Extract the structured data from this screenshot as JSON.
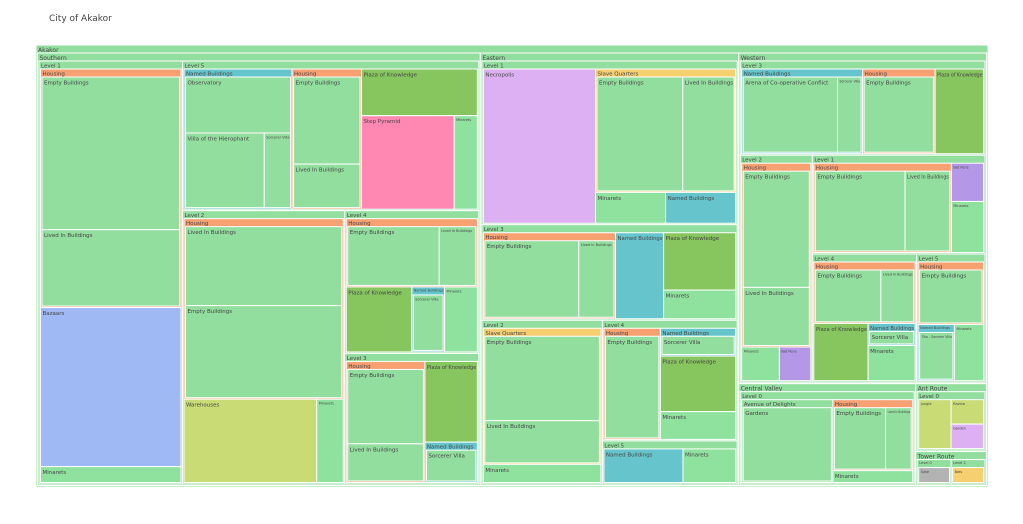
{
  "title": "City of Akakor",
  "colors": {
    "region": "#92de9e",
    "Housing": "#f7a071",
    "Named Buildings": "#66c5cc",
    "Plaza of Knowledge": "#87c55f",
    "Slave Quarters": "#f6cf71",
    "Minarets": "#8fe19e",
    "Warehouses": "#c9db74",
    "Bazaars": "#9eb9f3",
    "Step Pyramid": "#fe88b1",
    "Necropolis": "#dcb0f2",
    "Bat Pens": "#b497e7",
    "Jungle": "#c9db74",
    "Garden": "#dcb0f2",
    "Ravine": "#c9db74",
    "Gate": "#b3b3b3",
    "Bats": "#f6cf71"
  },
  "chart_data": {
    "type": "treemap",
    "title": "City of Akakor",
    "root": {
      "label": "Akakor",
      "children": [
        {
          "label": "Southern",
          "children": [
            {
              "label": "Level 1",
              "children": [
                {
                  "label": "Housing",
                  "children": [
                    {
                      "label": "Empty Buildings",
                      "value": 10
                    },
                    {
                      "label": "Lived In Buildings",
                      "value": 5
                    }
                  ]
                },
                {
                  "label": "Bazaars",
                  "value": 10
                },
                {
                  "label": "Minarets",
                  "value": 1
                }
              ]
            },
            {
              "label": "Level 5",
              "children": [
                {
                  "label": "Named Buildings",
                  "children": [
                    {
                      "label": "Observatory",
                      "value": 3
                    },
                    {
                      "label": "Villa of the Hierophant",
                      "value": 3
                    },
                    {
                      "label": "Sorcerer Villa",
                      "value": 1
                    }
                  ]
                },
                {
                  "label": "Housing",
                  "children": [
                    {
                      "label": "Empty Buildings",
                      "value": 3
                    },
                    {
                      "label": "Lived In Buildings",
                      "value": 1.5
                    }
                  ]
                },
                {
                  "label": "Plaza of Knowledge",
                  "value": 2.5
                },
                {
                  "label": "Step Pyramid",
                  "value": 4
                },
                {
                  "label": "Minarets",
                  "value": 1
                }
              ]
            },
            {
              "label": "Level 2",
              "children": [
                {
                  "label": "Housing",
                  "children": [
                    {
                      "label": "Lived In Buildings",
                      "value": 6
                    },
                    {
                      "label": "Empty Buildings",
                      "value": 7
                    }
                  ]
                },
                {
                  "label": "Warehouses",
                  "value": 5
                },
                {
                  "label": "Minarets",
                  "value": 1
                }
              ]
            },
            {
              "label": "Level 4",
              "children": [
                {
                  "label": "Housing",
                  "children": [
                    {
                      "label": "Empty Buildings",
                      "value": 3
                    },
                    {
                      "label": "Lived In Buildings",
                      "value": 1.2
                    }
                  ]
                },
                {
                  "label": "Plaza of Knowledge",
                  "value": 2
                },
                {
                  "label": "Named Buildings",
                  "children": [
                    {
                      "label": "Sorcerer Villa",
                      "value": 1
                    }
                  ]
                },
                {
                  "label": "Minarets",
                  "value": 1
                }
              ]
            },
            {
              "label": "Level 3",
              "children": [
                {
                  "label": "Housing",
                  "children": [
                    {
                      "label": "Empty Buildings",
                      "value": 3
                    },
                    {
                      "label": "Lived In Buildings",
                      "value": 1.5
                    }
                  ]
                },
                {
                  "label": "Plaza of Knowledge",
                  "value": 2
                },
                {
                  "label": "Named Buildings",
                  "children": [
                    {
                      "label": "Sorcerer Villa",
                      "value": 1
                    }
                  ]
                }
              ]
            }
          ]
        },
        {
          "label": "Eastern",
          "children": [
            {
              "label": "Level 1",
              "children": [
                {
                  "label": "Necropolis",
                  "value": 8
                },
                {
                  "label": "Slave Quarters",
                  "children": [
                    {
                      "label": "Empty Buildings",
                      "value": 5
                    },
                    {
                      "label": "Lived In Buildings",
                      "value": 3
                    }
                  ]
                },
                {
                  "label": "Minarets",
                  "value": 1
                },
                {
                  "label": "Named Buildings",
                  "value": 1
                }
              ]
            },
            {
              "label": "Level 3",
              "children": [
                {
                  "label": "Housing",
                  "children": [
                    {
                      "label": "Empty Buildings",
                      "value": 4
                    },
                    {
                      "label": "Lived In Buildings",
                      "value": 1.5
                    }
                  ]
                },
                {
                  "label": "Named Buildings",
                  "value": 2
                },
                {
                  "label": "Plaza of Knowledge",
                  "value": 2
                },
                {
                  "label": "Minarets",
                  "value": 1
                }
              ]
            },
            {
              "label": "Level 2",
              "children": [
                {
                  "label": "Slave Quarters",
                  "children": [
                    {
                      "label": "Empty Buildings",
                      "value": 5
                    },
                    {
                      "label": "Lived In Buildings",
                      "value": 2.5
                    }
                  ]
                },
                {
                  "label": "Minarets",
                  "value": 1
                }
              ]
            },
            {
              "label": "Level 4",
              "children": [
                {
                  "label": "Housing",
                  "children": [
                    {
                      "label": "Empty Buildings",
                      "value": 3
                    }
                  ]
                },
                {
                  "label": "Named Buildings",
                  "children": [
                    {
                      "label": "Sorcerer Villa",
                      "value": 1
                    }
                  ]
                },
                {
                  "label": "Plaza of Knowledge",
                  "value": 2
                },
                {
                  "label": "Minarets",
                  "value": 1
                }
              ]
            },
            {
              "label": "Level 5",
              "children": [
                {
                  "label": "Named Buildings",
                  "value": 1.5
                },
                {
                  "label": "Minarets",
                  "value": 1
                }
              ]
            }
          ]
        },
        {
          "label": "Western",
          "children": [
            {
              "label": "Level 3",
              "children": [
                {
                  "label": "Named Buildings",
                  "children": [
                    {
                      "label": "Arena of Co-operative Conflict",
                      "value": 4
                    },
                    {
                      "label": "Sorcerer Villa",
                      "value": 1
                    }
                  ]
                },
                {
                  "label": "Housing",
                  "children": [
                    {
                      "label": "Empty Buildings",
                      "value": 3
                    }
                  ]
                },
                {
                  "label": "Plaza of Knowledge",
                  "value": 2
                }
              ]
            },
            {
              "label": "Level 2",
              "children": [
                {
                  "label": "Housing",
                  "children": [
                    {
                      "label": "Empty Buildings",
                      "value": 4
                    },
                    {
                      "label": "Lived In Buildings",
                      "value": 2
                    }
                  ]
                },
                {
                  "label": "Minarets",
                  "value": 0.6
                },
                {
                  "label": "Bat Pens",
                  "value": 0.5
                }
              ]
            },
            {
              "label": "Level 1",
              "children": [
                {
                  "label": "Housing",
                  "children": [
                    {
                      "label": "Empty Buildings",
                      "value": 4
                    },
                    {
                      "label": "Lived In Buildings",
                      "value": 2
                    }
                  ]
                },
                {
                  "label": "Bat Pens",
                  "value": 0.6
                },
                {
                  "label": "Minarets",
                  "value": 0.8
                }
              ]
            },
            {
              "label": "Level 4",
              "children": [
                {
                  "label": "Housing",
                  "children": [
                    {
                      "label": "Empty Buildings",
                      "value": 2
                    },
                    {
                      "label": "Lived In Buildings",
                      "value": 1
                    }
                  ]
                },
                {
                  "label": "Plaza of Knowledge",
                  "value": 1.5
                },
                {
                  "label": "Named Buildings",
                  "children": [
                    {
                      "label": "Sorcerer Villa",
                      "value": 0.5
                    }
                  ]
                },
                {
                  "label": "Minarets",
                  "value": 0.8
                }
              ]
            },
            {
              "label": "Level 5",
              "children": [
                {
                  "label": "Housing",
                  "children": [
                    {
                      "label": "Empty Buildings",
                      "value": 2
                    }
                  ]
                },
                {
                  "label": "Named Buildings",
                  "children": [
                    {
                      "label": "Tiko - Sorcerer Villa",
                      "value": 1
                    }
                  ]
                },
                {
                  "label": "Minarets",
                  "value": 0.8
                }
              ]
            }
          ]
        },
        {
          "label": "Central Valley",
          "children": [
            {
              "label": "Level 0",
              "children": [
                {
                  "label": "Avenue of Delights",
                  "children": [
                    {
                      "label": "Gardens",
                      "value": 4
                    }
                  ]
                },
                {
                  "label": "Housing",
                  "children": [
                    {
                      "label": "Empty Buildings",
                      "value": 2
                    },
                    {
                      "label": "Lived In Buildings",
                      "value": 1
                    }
                  ]
                },
                {
                  "label": "Minarets",
                  "value": 0.5
                }
              ]
            }
          ]
        },
        {
          "label": "Ant Route",
          "children": [
            {
              "label": "Level 0",
              "children": [
                {
                  "label": "Jungle",
                  "value": 1
                },
                {
                  "label": "Ravine",
                  "value": 0.5
                },
                {
                  "label": "Garden",
                  "value": 0.5
                }
              ]
            }
          ]
        },
        {
          "label": "Tower Route",
          "children": [
            {
              "label": "Level 0",
              "children": [
                {
                  "label": "Gate",
                  "value": 0.5
                }
              ]
            },
            {
              "label": "Level 2",
              "children": [
                {
                  "label": "Bats",
                  "value": 0.5
                }
              ]
            }
          ]
        }
      ]
    }
  }
}
